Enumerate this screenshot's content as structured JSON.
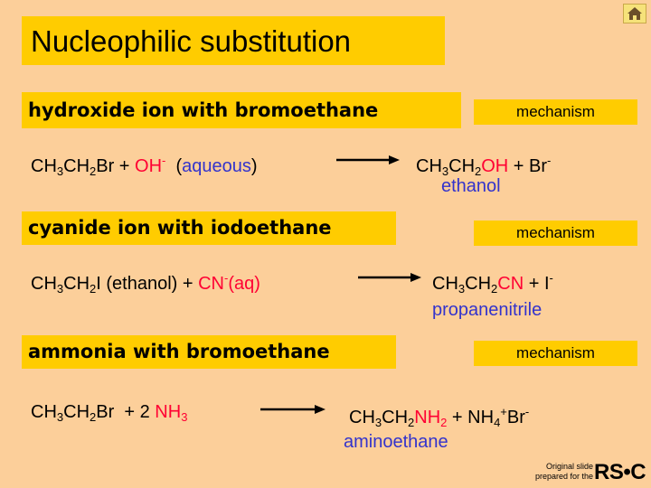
{
  "title": "Nucleophilic substitution",
  "mechanism_label": "mechanism",
  "reactions": [
    {
      "heading": "hydroxide ion with bromoethane",
      "product_name": "ethanol",
      "nucleophile": "OH",
      "nucleophile_charge": "-",
      "condition": "aqueous",
      "leaving": "Br",
      "leaving_charge": "-",
      "product_group": "OH"
    },
    {
      "heading": "cyanide ion with iodoethane",
      "product_name": "propanenitrile",
      "reactant_tail": "I (ethanol) + ",
      "nucleophile": "CN",
      "nucleophile_charge": "-",
      "state": "(aq)",
      "product_group": "CN",
      "leaving": "I",
      "leaving_charge": "-"
    },
    {
      "heading": "ammonia with bromoethane",
      "product_name": "aminoethane",
      "coefficient": "2",
      "nucleophile": "NH",
      "product_group": "NH",
      "ammonium": "NH",
      "ammonium_charge": "+",
      "leaving": "Br",
      "leaving_charge": "-"
    }
  ],
  "footer": {
    "line1": "Original slide",
    "line2": "prepared for the",
    "logo": "RS•C"
  },
  "colors": {
    "background": "#fccf9a",
    "box": "#ffcc00",
    "nucleophile": "#ff0033",
    "name": "#3333cc"
  },
  "icons": {
    "home": "home-icon"
  }
}
